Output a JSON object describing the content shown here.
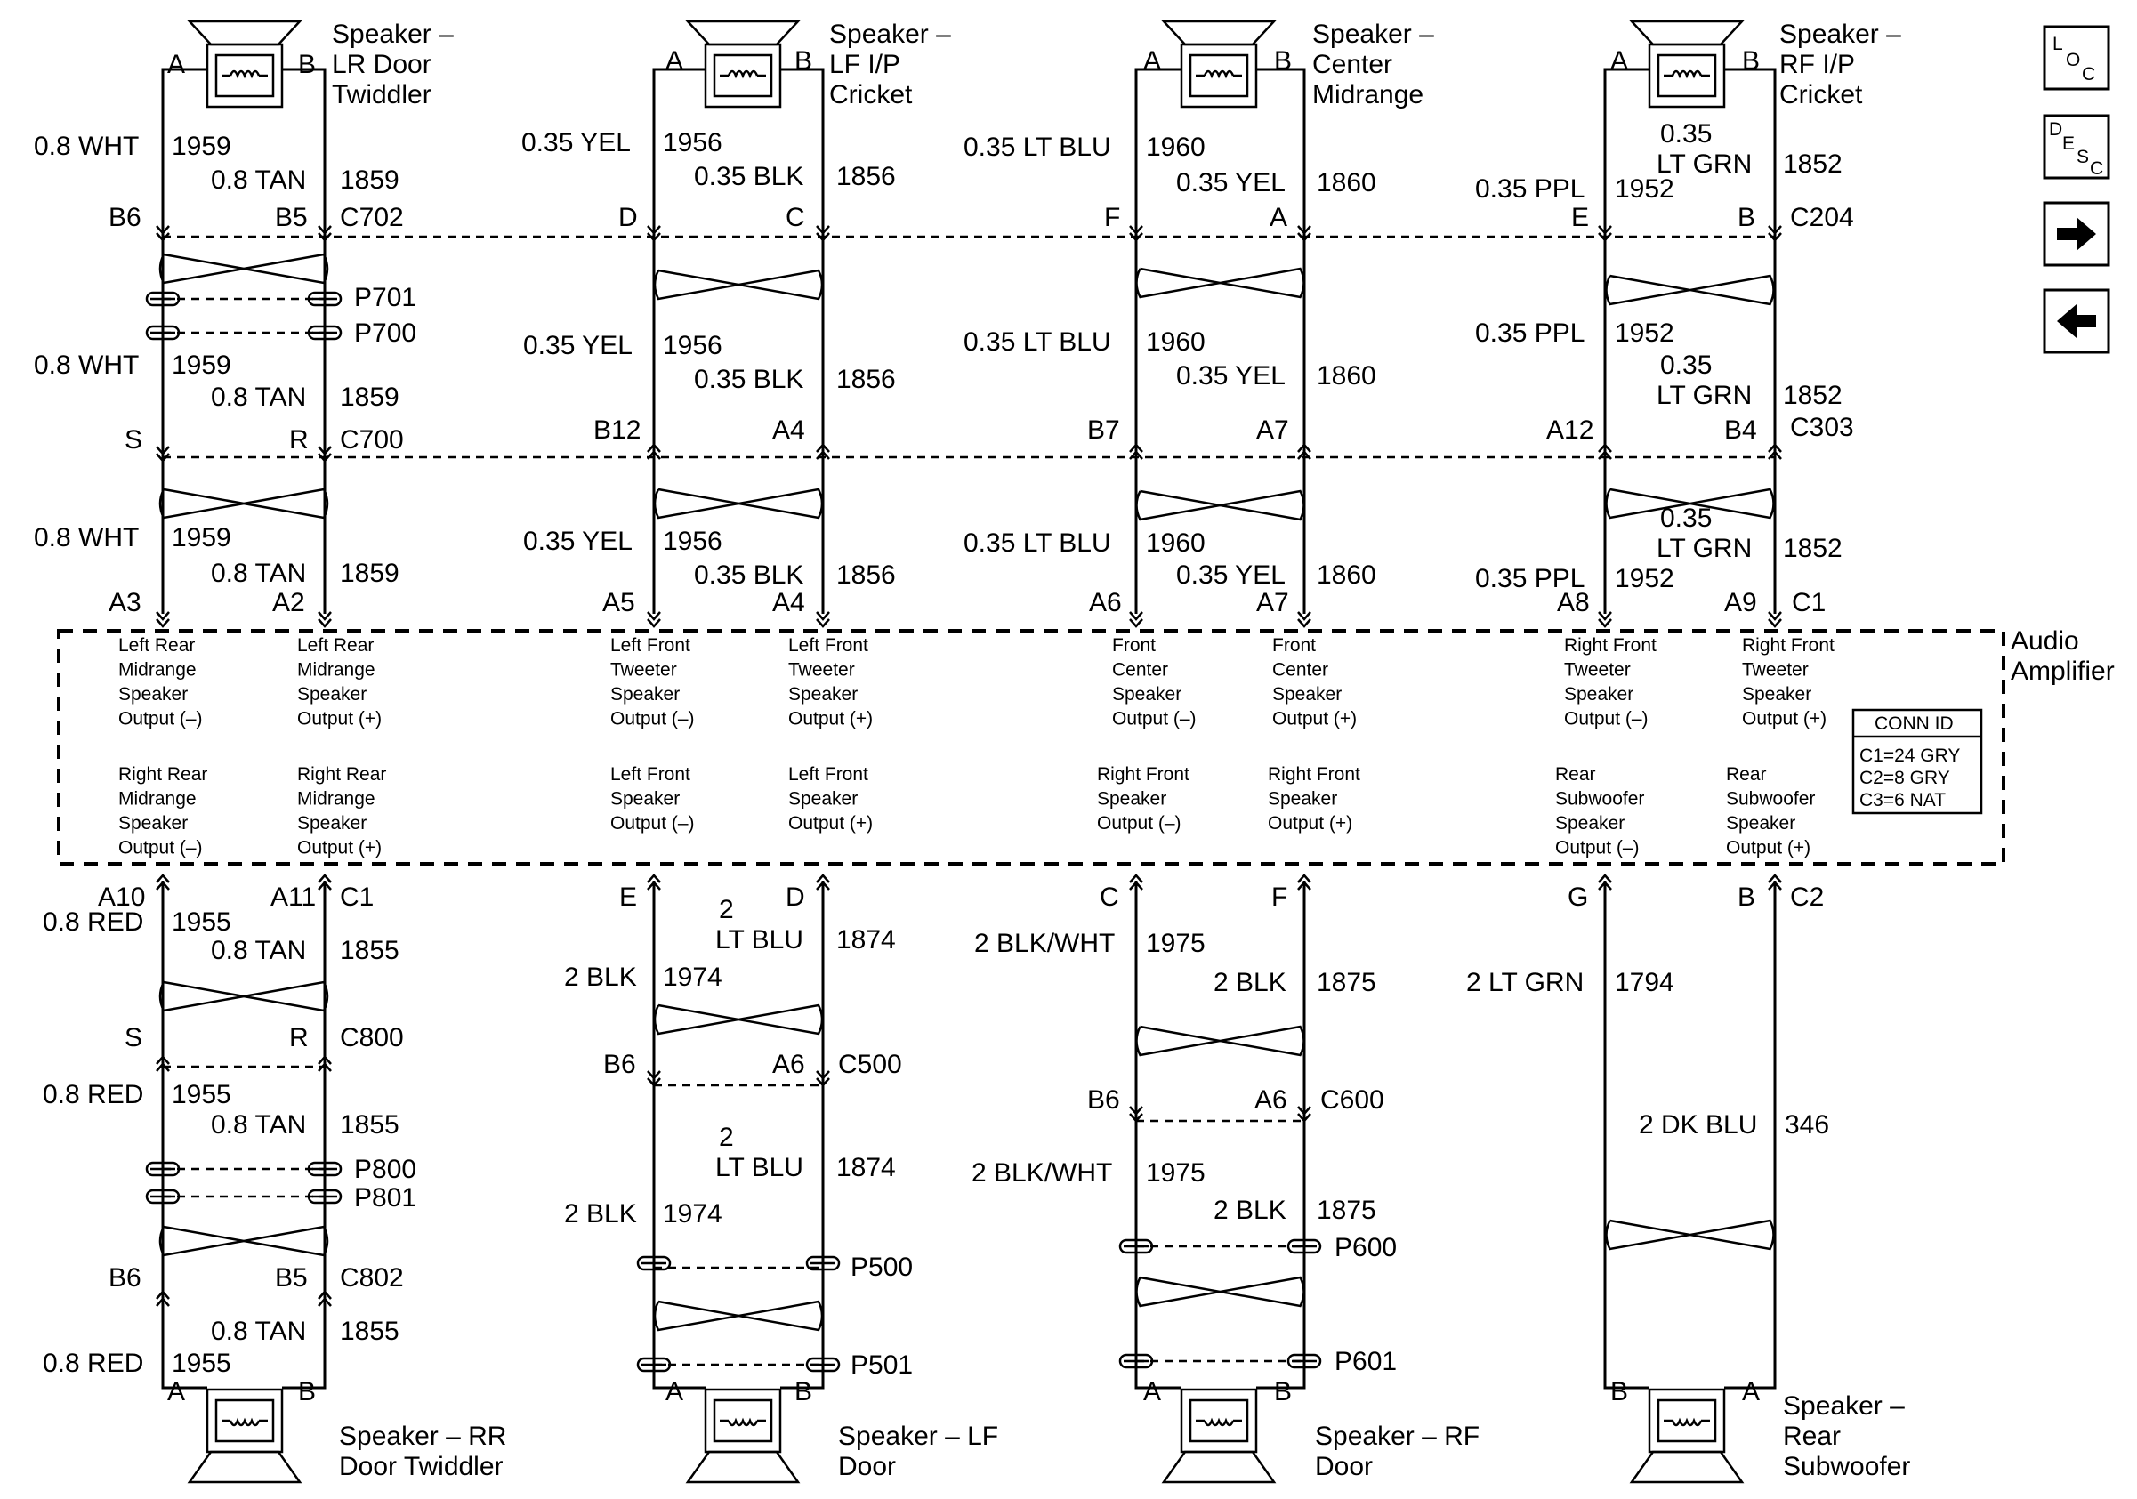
{
  "amplifier": {
    "title_line1": "Audio",
    "title_line2": "Amplifier",
    "conn_id": {
      "header": "CONN ID",
      "c1": "C1=24 GRY",
      "c2": "C2=8 GRY",
      "c3": "C3=6 NAT"
    },
    "upper_outputs": [
      [
        "Left Rear",
        "Midrange",
        "Speaker",
        "Output (–)"
      ],
      [
        "Left Rear",
        "Midrange",
        "Speaker",
        "Output (+)"
      ],
      [
        "Left Front",
        "Tweeter",
        "Speaker",
        "Output (–)"
      ],
      [
        "Left Front",
        "Tweeter",
        "Speaker",
        "Output (+)"
      ],
      [
        "Front",
        "Center",
        "Speaker",
        "Output (–)"
      ],
      [
        "Front",
        "Center",
        "Speaker",
        "Output (+)"
      ],
      [
        "Right Front",
        "Tweeter",
        "Speaker",
        "Output (–)"
      ],
      [
        "Right Front",
        "Tweeter",
        "Speaker",
        "Output (+)"
      ]
    ],
    "lower_outputs": [
      [
        "Right Rear",
        "Midrange",
        "Speaker",
        "Output (–)"
      ],
      [
        "Right Rear",
        "Midrange",
        "Speaker",
        "Output (+)"
      ],
      [
        "Left Front",
        "Speaker",
        "Output (–)"
      ],
      [
        "Left Front",
        "Speaker",
        "Output (+)"
      ],
      [
        "Right Front",
        "Speaker",
        "Output (–)"
      ],
      [
        "Right Front",
        "Speaker",
        "Output (+)"
      ],
      [
        "Rear",
        "Subwoofer",
        "Speaker",
        "Output (–)"
      ],
      [
        "Rear",
        "Subwoofer",
        "Speaker",
        "Output (+)"
      ]
    ]
  },
  "speakers_top": [
    {
      "title": [
        "Speaker –",
        "LR Door",
        "Twiddler"
      ],
      "pin_a": "A",
      "pin_b": "B"
    },
    {
      "title": [
        "Speaker –",
        "LF I/P",
        "Cricket"
      ],
      "pin_a": "A",
      "pin_b": "B"
    },
    {
      "title": [
        "Speaker –",
        "Center",
        "Midrange"
      ],
      "pin_a": "A",
      "pin_b": "B"
    },
    {
      "title": [
        "Speaker –",
        "RF I/P",
        "Cricket"
      ],
      "pin_a": "A",
      "pin_b": "B"
    }
  ],
  "speakers_bottom": [
    {
      "title": [
        "Speaker – RR",
        "Door Twiddler"
      ],
      "pin_l": "A",
      "pin_r": "B"
    },
    {
      "title": [
        "Speaker – LF",
        "Door"
      ],
      "pin_l": "A",
      "pin_r": "B"
    },
    {
      "title": [
        "Speaker – RF",
        "Door"
      ],
      "pin_l": "A",
      "pin_r": "B"
    },
    {
      "title": [
        "Speaker –",
        "Rear",
        "Subwoofer"
      ],
      "pin_l": "B",
      "pin_r": "A"
    }
  ],
  "connectors": {
    "c702": "C702",
    "p701": "P701",
    "p700": "P700",
    "c700": "C700",
    "c204": "C204",
    "c303": "C303",
    "c1": "C1",
    "c2": "C2",
    "c800": "C800",
    "p800": "P800",
    "p801": "P801",
    "c802": "C802",
    "c500": "C500",
    "p500": "P500",
    "p501": "P501",
    "c600": "C600",
    "p600": "P600",
    "p601": "P601"
  },
  "pins": {
    "g1": {
      "c702_l": "B6",
      "c702_r": "B5",
      "c700_l": "S",
      "c700_r": "R",
      "c1_l": "A3",
      "c1_r": "A2"
    },
    "g2": {
      "c204_l": "D",
      "c204_r": "C",
      "c303_l": "B12",
      "c303_r": "A4",
      "c1_l": "A5",
      "c1_r": "A4"
    },
    "g3": {
      "c204_l": "F",
      "c204_r": "A",
      "c303_l": "B7",
      "c303_r": "A7",
      "c1_l": "A6",
      "c1_r": "A7"
    },
    "g4": {
      "c204_l": "E",
      "c204_r": "B",
      "c303_l": "A12",
      "c303_r": "B4",
      "c1_l": "A8",
      "c1_r": "A9"
    },
    "b1": {
      "c1_l": "A10",
      "c1_r": "A11",
      "c800_l": "S",
      "c800_r": "R",
      "c802_l": "B6",
      "c802_r": "B5"
    },
    "b2": {
      "c2_l": "E",
      "c2_r": "D",
      "c500_l": "B6",
      "c500_r": "A6"
    },
    "b3": {
      "c2_l": "C",
      "c2_r": "F",
      "c600_l": "B6",
      "c600_r": "A6"
    },
    "b4": {
      "c2_l": "G",
      "c2_r": "B"
    }
  },
  "wires": {
    "w_0_8_wht": "0.8 WHT",
    "w_0_8_tan": "0.8 TAN",
    "c1959": "1959",
    "c1859": "1859",
    "w_0_35_yel": "0.35 YEL",
    "w_0_35_blk": "0.35 BLK",
    "c1956": "1956",
    "c1856": "1856",
    "w_0_35_lt_blu": "0.35 LT BLU",
    "c1960": "1960",
    "c1860": "1860",
    "w_0_35_ppl": "0.35 PPL",
    "c1952": "1952",
    "w_0_35": "0.35",
    "w_lt_grn": "LT GRN",
    "c1852": "1852",
    "w_0_8_red": "0.8 RED",
    "c1955": "1955",
    "c1855": "1855",
    "w_2": "2",
    "w_lt_blu": "LT BLU",
    "c1874": "1874",
    "w_2_blk": "2 BLK",
    "c1974": "1974",
    "w_2_blk_wht": "2 BLK/WHT",
    "c1975": "1975",
    "c1875": "1875",
    "w_2_lt_grn": "2 LT GRN",
    "c1794": "1794",
    "w_2_dk_blu": "2 DK BLU",
    "c346": "346"
  },
  "nav": {
    "loc": {
      "l": "L",
      "o": "O",
      "c": "C"
    },
    "desc": {
      "d": "D",
      "e": "E",
      "s": "S",
      "c": "C"
    },
    "next_icon": "arrow-right-icon",
    "prev_icon": "arrow-left-icon"
  }
}
